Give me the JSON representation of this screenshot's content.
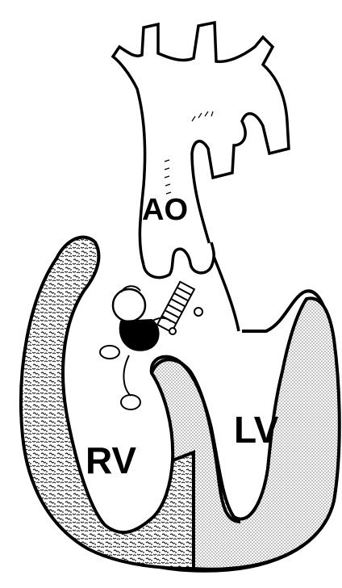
{
  "labels": {
    "aorta": "AO",
    "right_ventricle": "RV",
    "left_ventricle": "LV"
  },
  "colors": {
    "ink": "#000000",
    "paper": "#ffffff",
    "rv_wall_speckle": "#1a1a1a",
    "lv_wall_stipple": "#8a8a8a"
  }
}
